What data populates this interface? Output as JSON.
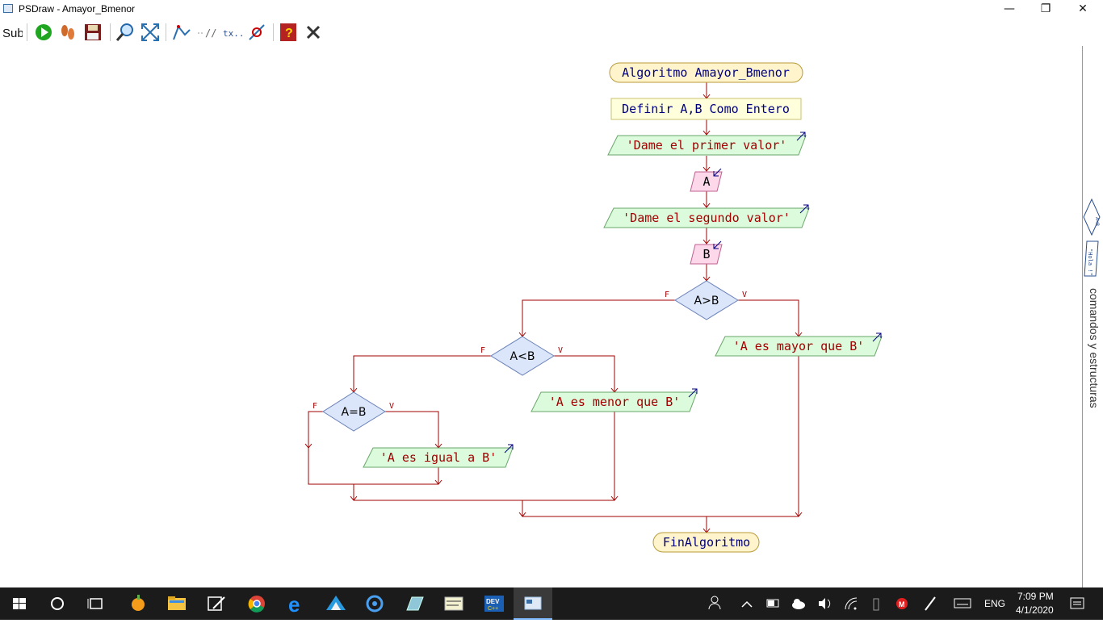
{
  "window": {
    "title": "PSDraw - Amayor_Bmenor",
    "minimize": "—",
    "restore": "❐",
    "close": "✕"
  },
  "toolbar": {
    "sub_label": "Sub",
    "text_label": "tx..."
  },
  "flowchart": {
    "start": "Algoritmo Amayor_Bmenor",
    "define": "Definir A,B Como Entero",
    "out1": "'Dame el primer valor'",
    "in1": "A",
    "out2": "'Dame el segundo valor'",
    "in2": "B",
    "dec1": "A>B",
    "dec2": "A<B",
    "dec3": "A=B",
    "out_mayor": "'A es mayor que B'",
    "out_menor": "'A es menor que B'",
    "out_igual": "'A es igual a B'",
    "end": "FinAlgoritmo",
    "false_label": "F",
    "true_label": "V"
  },
  "side_panel": {
    "label": "comandos y estructuras",
    "mini1": "A<B",
    "mini2": "\"Hola !\""
  },
  "taskbar": {
    "lang": "ENG",
    "time": "7:09 PM",
    "date": "4/1/2020"
  }
}
